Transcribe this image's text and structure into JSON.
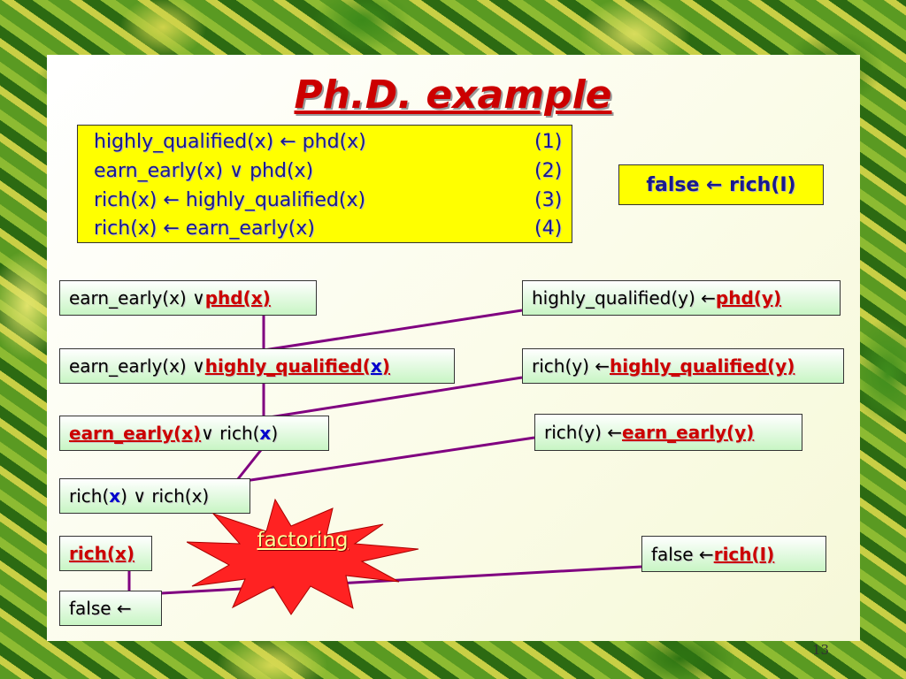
{
  "title": "Ph.D. example",
  "clauses": [
    {
      "text": "highly_qualified(x) ← phd(x)",
      "num": "(1)"
    },
    {
      "text": "earn_early(x) ∨ phd(x)",
      "num": "(2)"
    },
    {
      "text": "rich(x) ← highly_qualified(x)",
      "num": "(3)"
    },
    {
      "text": "rich(x) ← earn_early(x)",
      "num": "(4)"
    }
  ],
  "query": {
    "a": "false ← ",
    "b": "rich(I)"
  },
  "left": {
    "b1": {
      "a": "earn_early(x) ∨ ",
      "hl": "phd(x)"
    },
    "b2": {
      "a": "earn_early(x) ∨ ",
      "hl1": "highly_qualified(",
      "var": "x",
      "hl2": ")"
    },
    "b3": {
      "hl": "earn_early(x)",
      "a": " ∨ rich(",
      "var": "x",
      "b": ")"
    },
    "b4": {
      "a": "rich(",
      "var": "x",
      "b": ") ∨ rich(x)"
    },
    "b5": {
      "hl": "rich(x)"
    },
    "b6": {
      "a": "false ←"
    }
  },
  "right": {
    "r1": {
      "a": "highly_qualified(y) ← ",
      "hl": "phd(y)"
    },
    "r2": {
      "a": "rich(y) ← ",
      "hl": "highly_qualified(y)"
    },
    "r3": {
      "a": "rich(y) ← ",
      "hl": "earn_early(y)"
    },
    "r4": {
      "a": "false ←  ",
      "hl": "rich(I)"
    }
  },
  "factoring": "factoring",
  "page_number": "13",
  "colors": {
    "accent": "#cc0000",
    "line": "#800080",
    "variable": "#0000cc",
    "clause_bg": "#ffff00",
    "star": "#ff2222"
  }
}
